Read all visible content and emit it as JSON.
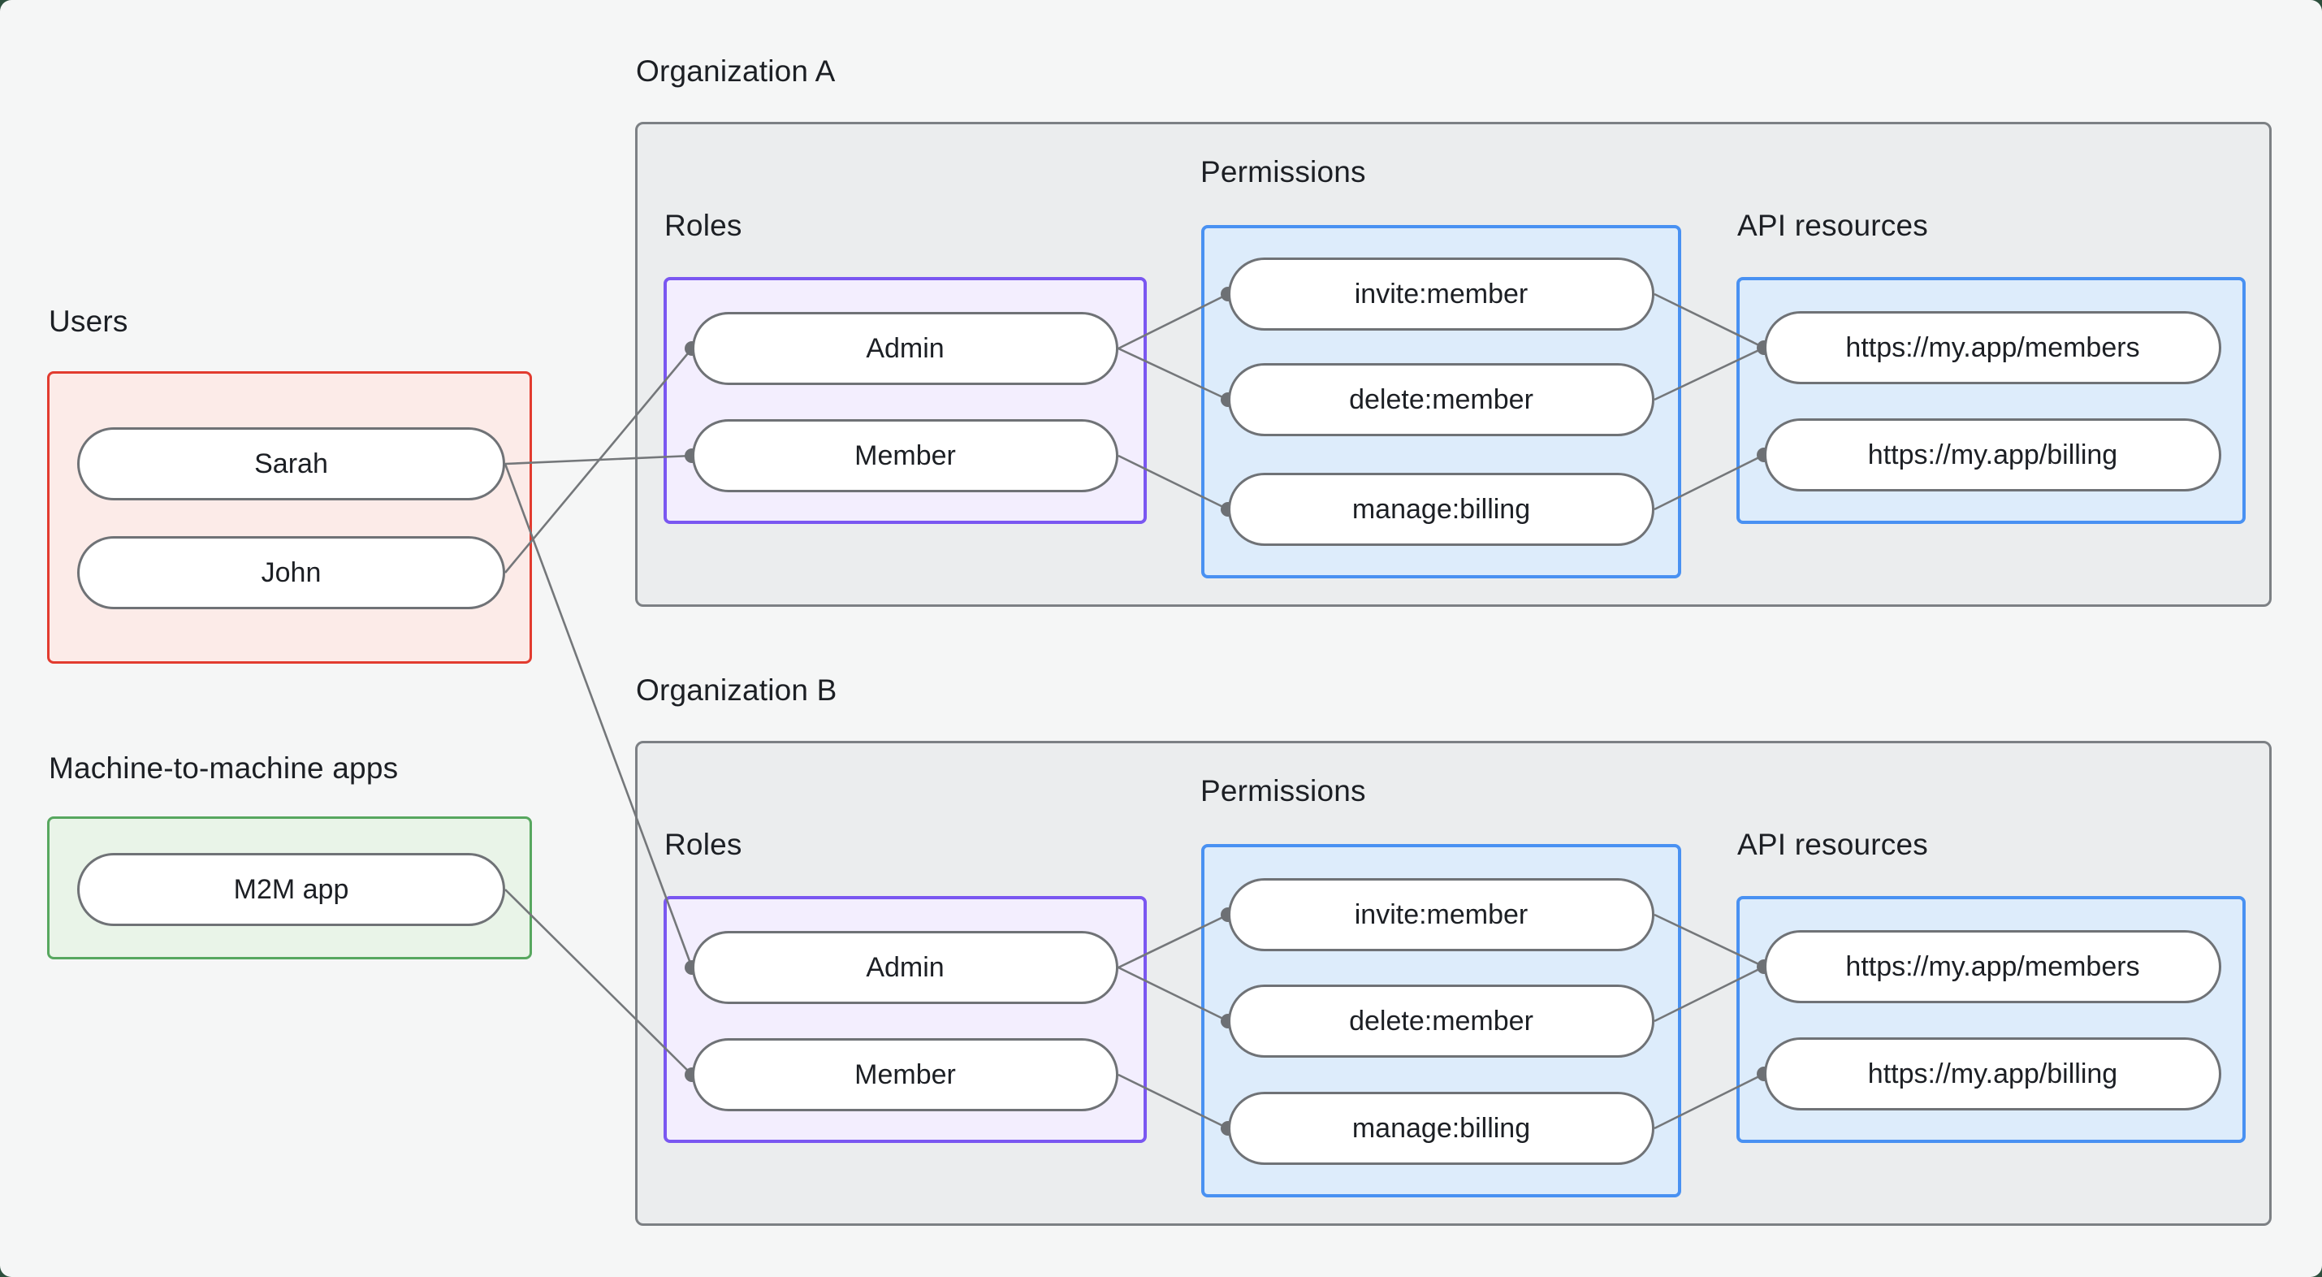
{
  "users": {
    "label": "Users",
    "nodes": [
      "Sarah",
      "John"
    ]
  },
  "m2m": {
    "label": "Machine-to-machine apps",
    "nodes": [
      "M2M app"
    ]
  },
  "org_a": {
    "title": "Organization A",
    "roles_label": "Roles",
    "permissions_label": "Permissions",
    "api_label": "API resources",
    "roles": [
      "Admin",
      "Member"
    ],
    "permissions": [
      "invite:member",
      "delete:member",
      "manage:billing"
    ],
    "api_resources": [
      "https://my.app/members",
      "https://my.app/billing"
    ]
  },
  "org_b": {
    "title": "Organization B",
    "roles_label": "Roles",
    "permissions_label": "Permissions",
    "api_label": "API resources",
    "roles": [
      "Admin",
      "Member"
    ],
    "permissions": [
      "invite:member",
      "delete:member",
      "manage:billing"
    ],
    "api_resources": [
      "https://my.app/members",
      "https://my.app/billing"
    ]
  },
  "edges": [
    {
      "from": "sarah",
      "to": "member_a"
    },
    {
      "from": "john",
      "to": "admin_a"
    },
    {
      "from": "sarah",
      "to": "admin_b"
    },
    {
      "from": "m2m",
      "to": "member_b"
    },
    {
      "from": "admin_a",
      "to": "invite_a"
    },
    {
      "from": "admin_a",
      "to": "delete_a"
    },
    {
      "from": "member_a",
      "to": "manage_a"
    },
    {
      "from": "invite_a",
      "to": "members_a"
    },
    {
      "from": "delete_a",
      "to": "members_a"
    },
    {
      "from": "manage_a",
      "to": "billing_a"
    },
    {
      "from": "admin_b",
      "to": "invite_b"
    },
    {
      "from": "admin_b",
      "to": "delete_b"
    },
    {
      "from": "member_b",
      "to": "manage_b"
    },
    {
      "from": "invite_b",
      "to": "members_b"
    },
    {
      "from": "delete_b",
      "to": "members_b"
    },
    {
      "from": "manage_b",
      "to": "billing_b"
    }
  ],
  "colors": {
    "users_box_border": "#e23b2f",
    "m2m_box_border": "#57a75f",
    "roles_box_border": "#7a57f1",
    "permissions_box_border": "#4991f2",
    "api_box_border": "#4991f2",
    "organization_box_border": "#7c8084",
    "edge_line": "#74777a",
    "page_background": "#2c4f3d"
  }
}
